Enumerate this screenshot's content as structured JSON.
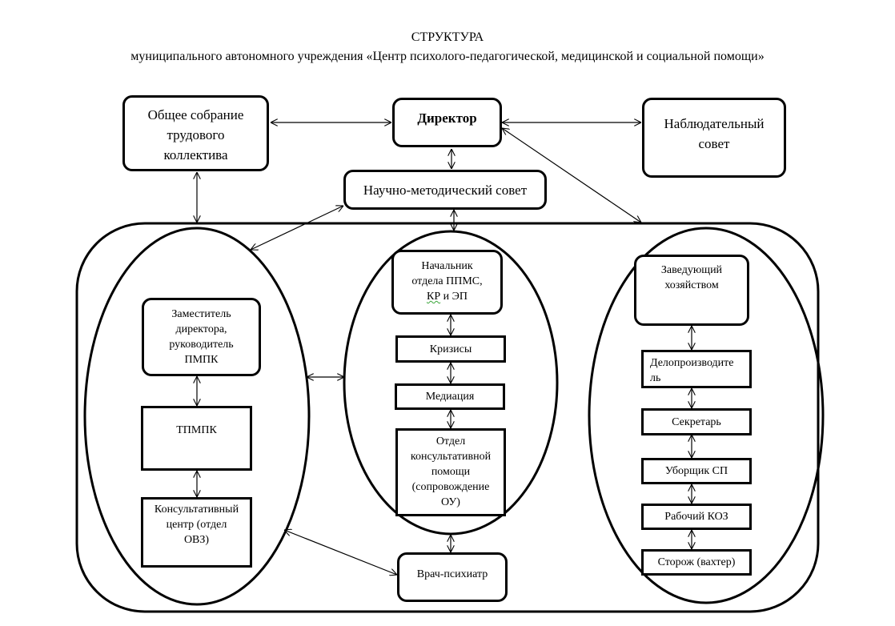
{
  "title": {
    "line1": "СТРУКТУРА",
    "line2": "муниципального автономного учреждения «Центр психолого-педагогической, медицинской и социальной помощи»"
  },
  "top_nodes": {
    "general_meeting": [
      "Общее собрание",
      "трудового",
      "коллектива"
    ],
    "director": "Директор",
    "supervisory_board": [
      "Наблюдательный",
      "совет"
    ],
    "methodical_council": "Научно-методический совет"
  },
  "left_group": {
    "deputy": [
      "Заместитель",
      "директора,",
      "руководитель",
      "ПМПК"
    ],
    "tpmpk": "ТПМПК",
    "consult_center": [
      "Консультативный",
      "центр (отдел",
      "ОВЗ)"
    ]
  },
  "center_group": {
    "head": [
      "Начальник",
      "отдела ППМС,",
      "КР",
      " и ЭП"
    ],
    "crises": "Кризисы",
    "mediation": "Медиация",
    "consult_dept": [
      "Отдел",
      "консультативной",
      "помощи",
      "(сопровождение",
      "ОУ)"
    ],
    "psychiatrist": "Врач-психиатр"
  },
  "right_group": {
    "housekeeping_head": [
      "Заведующий",
      "хозяйством"
    ],
    "clerk": [
      "Делопроизводите",
      "ль"
    ],
    "secretary": "Секретарь",
    "cleaner": "Уборщик СП",
    "worker": "Рабочий КОЗ",
    "watchman": "Сторож (вахтер)"
  }
}
